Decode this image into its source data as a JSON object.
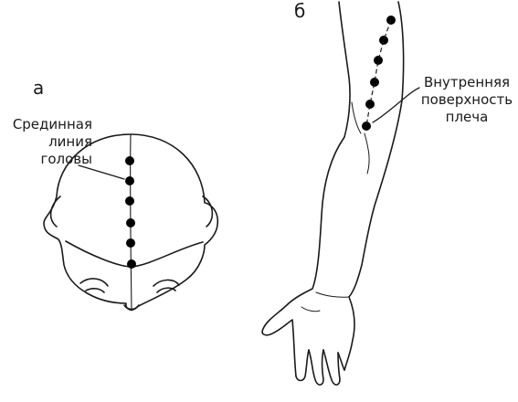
{
  "panels": {
    "a": {
      "letter": "а"
    },
    "b": {
      "letter": "б"
    }
  },
  "labels": {
    "head_midline": {
      "lines": [
        "Срединная",
        "линия",
        "головы"
      ]
    },
    "inner_arm": {
      "lines": [
        "Внутренняя",
        "поверхность",
        "плеча"
      ]
    }
  },
  "style": {
    "stroke": "#1a1a1a",
    "point": "#000000",
    "background": "#ffffff"
  }
}
